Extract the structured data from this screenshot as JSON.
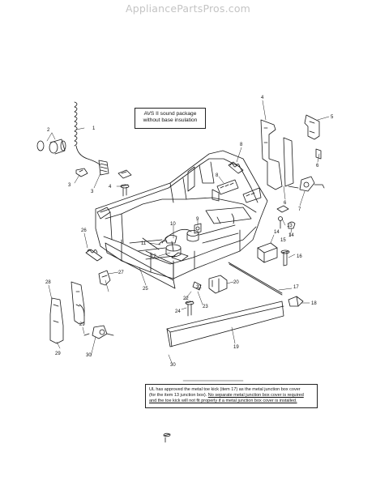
{
  "watermark": "AppliancePartsPros.com",
  "notes": {
    "avs": {
      "line1": "AVS II sound package",
      "line2": "without base insulation"
    },
    "ul": {
      "line1": "UL has approved the metal toe kick (item 17) as the metal junction box cover",
      "line2a": "(for the item 13 junction box). ",
      "line2b": "No separate metal junction box cover is required",
      "line3": "and the toe kick will not fit properly if a metal junction box cover is installed."
    }
  },
  "callouts": [
    "1",
    "2",
    "3",
    "3",
    "4",
    "4",
    "5",
    "6",
    "6",
    "7",
    "8",
    "8",
    "9",
    "10",
    "11",
    "12",
    "13",
    "14",
    "14",
    "15",
    "16",
    "17",
    "18",
    "19",
    "20",
    "21",
    "22",
    "23",
    "24",
    "25",
    "26",
    "27",
    "28",
    "29",
    "29",
    "30",
    "30"
  ]
}
